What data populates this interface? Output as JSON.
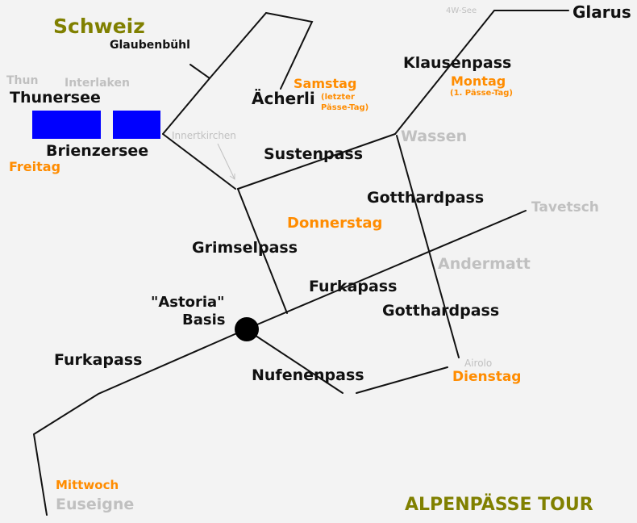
{
  "title": "Schweiz",
  "footer_title": "ALPENPÄSSE TOUR",
  "colors": {
    "background": "#f3f3f3",
    "route": "#111111",
    "day_label": "#ff8c00",
    "town_label": "#c0c0c0",
    "title": "#808000",
    "lake": "#0000ff"
  },
  "lakes": [
    {
      "name": "Thunersee"
    },
    {
      "name": "Brienzersee"
    }
  ],
  "base": {
    "label_line1": "\"Astoria\"",
    "label_line2": "Basis"
  },
  "passes": {
    "klausen": "Klausenpass",
    "susten": "Sustenpass",
    "gotthard_north": "Gotthardpass",
    "grimsel": "Grimselpass",
    "furka_east": "Furkapass",
    "gotthard_south": "Gotthardpass",
    "furka_west": "Furkapass",
    "nufenen": "Nufenenpass"
  },
  "places": {
    "glarus": "Glarus",
    "four_w_see": "4W-See",
    "glaubenbuehl": "Glaubenbühl",
    "aecherli": "Ächerli",
    "thun": "Thun",
    "interlaken": "Interlaken",
    "innertkirchen": "Innertkirchen",
    "wassen": "Wassen",
    "tavetsch": "Tavetsch",
    "andermatt": "Andermatt",
    "airolo": "Airolo",
    "euseigne": "Euseigne"
  },
  "days": {
    "samstag": "Samstag",
    "samstag_note_1": "(letzter",
    "samstag_note_2": "Pässe-Tag)",
    "montag": "Montag",
    "montag_note": "(1. Pässe-Tag)",
    "freitag": "Freitag",
    "donnerstag": "Donnerstag",
    "dienstag": "Dienstag",
    "mittwoch": "Mittwoch"
  }
}
